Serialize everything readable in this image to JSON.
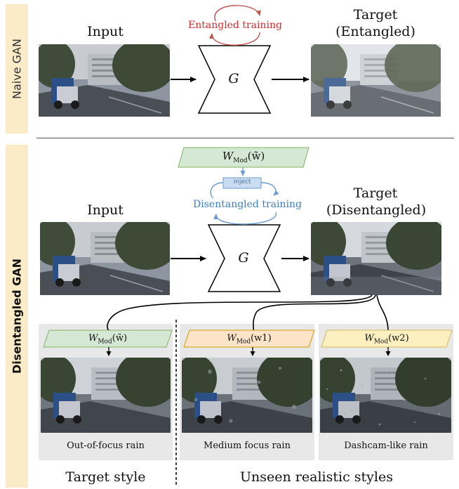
{
  "naive": {
    "side_label": "Naive GAN",
    "input_label": "Input",
    "loop_label": "Entangled training",
    "target_label_line1": "Target",
    "target_label_line2": "(Entangled)",
    "generator": "G"
  },
  "disentangled": {
    "side_label": "Disentangled GAN",
    "wmod_top": "W",
    "wmod_sub": "Mod",
    "wmod_arg_top": "(w̃)",
    "inject_label": "inject",
    "loop_label": "Disentangled training",
    "input_label": "Input",
    "target_label_line1": "Target",
    "target_label_line2": "(Disentangled)",
    "generator": "G",
    "styles": [
      {
        "w_arg": "(w̃)",
        "caption": "Out-of-focus rain",
        "box_color": "#d5e8d4"
      },
      {
        "w_arg": "(w1)",
        "caption": "Medium focus rain",
        "box_color": "#fde4c8"
      },
      {
        "w_arg": "(w2)",
        "caption": "Dashcam-like rain",
        "box_color": "#fdf0c0"
      }
    ],
    "footer_left": "Target style",
    "footer_right": "Unseen realistic styles"
  },
  "colors": {
    "entangled_red": "#d62728",
    "disentangled_blue": "#3a7fbf",
    "side_bg": "#fbebc6",
    "green_box": "#d5e8d4",
    "orange_box": "#fde4c8",
    "yellow_box": "#fdf0c0",
    "inject_box": "#c9dcf2"
  }
}
